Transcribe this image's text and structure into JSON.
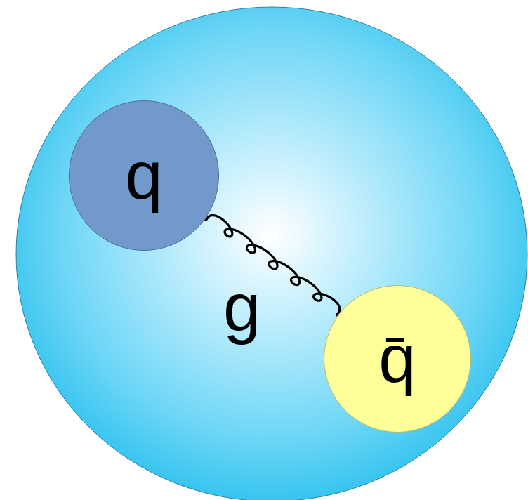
{
  "diagram": {
    "nodes": [
      {
        "text": [
          "q"
        ]
      },
      {
        "text": [
          "q̄"
        ]
      }
    ],
    "edges": [
      {
        "from": 0,
        "to": 1,
        "arrow": "none",
        "label": "g"
      }
    ]
  }
}
